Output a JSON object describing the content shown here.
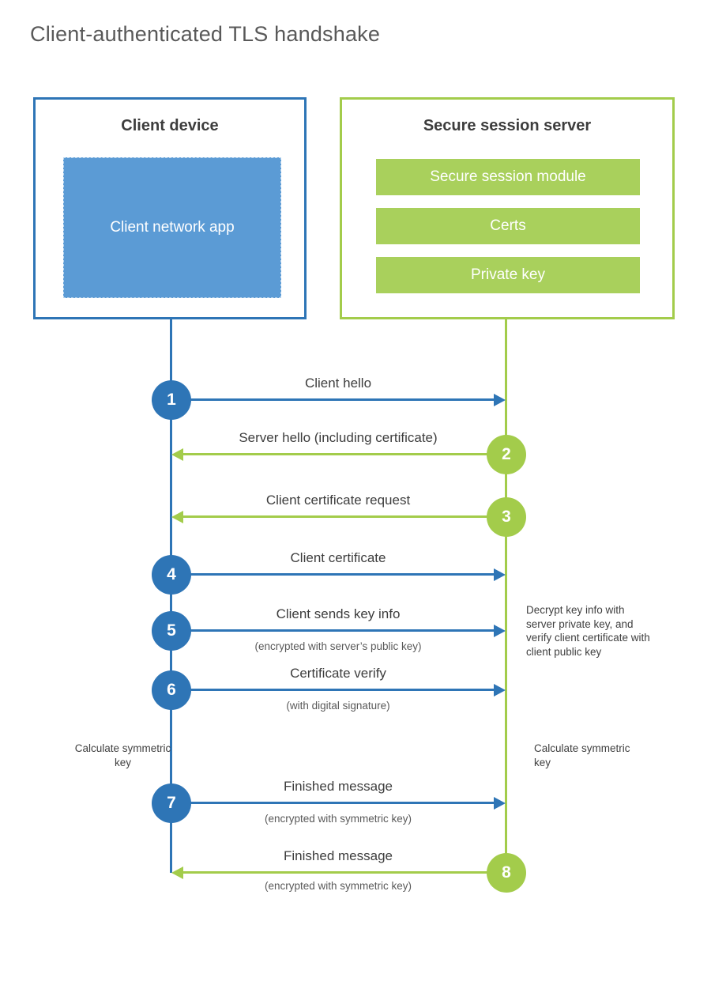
{
  "title": "Client-authenticated TLS handshake",
  "client": {
    "title": "Client device",
    "app_label": "Client network app"
  },
  "server": {
    "title": "Secure session server",
    "modules": {
      "module0": "Secure session module",
      "module1": "Certs",
      "module2": "Private key"
    }
  },
  "steps": [
    {
      "num": "1",
      "label": "Client hello",
      "direction": "client-to-server",
      "color": "blue"
    },
    {
      "num": "2",
      "label": "Server hello (including certificate)",
      "direction": "server-to-client",
      "color": "green"
    },
    {
      "num": "3",
      "label": "Client certificate request",
      "direction": "server-to-client",
      "color": "green"
    },
    {
      "num": "4",
      "label": "Client certificate",
      "direction": "client-to-server",
      "color": "blue"
    },
    {
      "num": "5",
      "label": "Client sends key info",
      "sub": "(encrypted with server’s public key)",
      "direction": "client-to-server",
      "color": "blue"
    },
    {
      "num": "6",
      "label": "Certificate verify",
      "sub": "(with digital signature)",
      "direction": "client-to-server",
      "color": "blue"
    },
    {
      "num": "7",
      "label": "Finished message",
      "sub": "(encrypted with symmetric key)",
      "direction": "client-to-server",
      "color": "blue"
    },
    {
      "num": "8",
      "label": "Finished message",
      "sub": "(encrypted with symmetric key)",
      "direction": "server-to-client",
      "color": "green"
    }
  ],
  "notes": {
    "decrypt": "Decrypt key info with server private key, and verify client certificate with client public key",
    "calculate_client": "Calculate symmetric key",
    "calculate_server": "Calculate symmetric key"
  },
  "colors": {
    "blue": "#2e75b6",
    "light_blue": "#5b9bd5",
    "green": "#a3cc4b",
    "title_text": "#595959",
    "body_text": "#3d3d3d"
  }
}
